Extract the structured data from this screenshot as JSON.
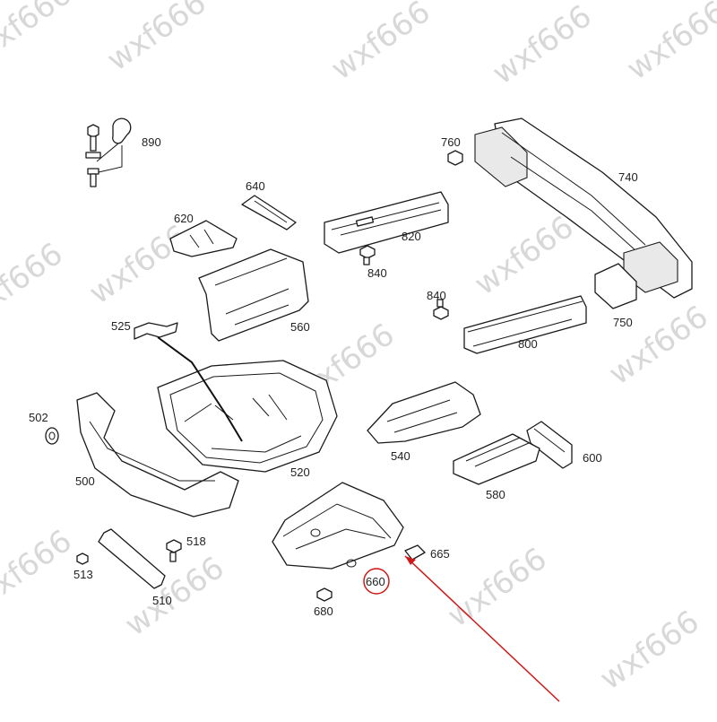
{
  "watermark": "wxf666",
  "highlight": {
    "label": "660",
    "color": "#d01818"
  },
  "labels": {
    "p890": "890",
    "p760": "760",
    "p740": "740",
    "p640": "640",
    "p620": "620",
    "p820": "820",
    "p840a": "840",
    "p560": "560",
    "p840b": "840",
    "p750": "750",
    "p525": "525",
    "p800": "800",
    "p502": "502",
    "p520": "520",
    "p540": "540",
    "p600": "600",
    "p500": "500",
    "p580": "580",
    "p518": "518",
    "p665": "665",
    "p513": "513",
    "p510": "510",
    "p680": "680"
  }
}
